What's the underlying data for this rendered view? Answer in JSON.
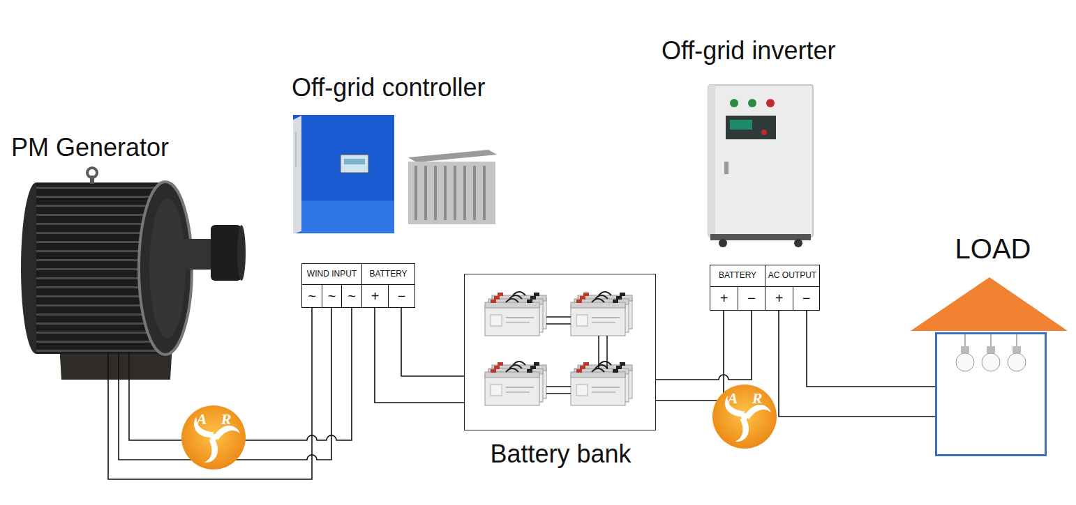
{
  "diagram": {
    "nodes": [
      {
        "text": [
          "PM Generator"
        ]
      },
      {
        "text": [
          "Off-grid controller"
        ]
      },
      {
        "text": [
          "WIND INPUT",
          "BATTERY",
          "~",
          "~",
          "~",
          "+",
          "−"
        ]
      },
      {
        "text": [
          "Battery bank"
        ]
      },
      {
        "text": [
          "Off-grid inverter"
        ]
      },
      {
        "text": [
          "BATTERY",
          "AC OUTPUT",
          "+",
          "−",
          "+",
          "−"
        ]
      },
      {
        "text": [
          "LOAD"
        ]
      }
    ],
    "edges": [
      {
        "from": 0,
        "to": 2,
        "arrow": "none"
      },
      {
        "from": 0,
        "to": 2,
        "arrow": "none"
      },
      {
        "from": 0,
        "to": 2,
        "arrow": "none"
      },
      {
        "from": 2,
        "to": 3,
        "arrow": "none"
      },
      {
        "from": 2,
        "to": 3,
        "arrow": "none"
      },
      {
        "from": 3,
        "to": 5,
        "arrow": "none"
      },
      {
        "from": 3,
        "to": 5,
        "arrow": "none"
      },
      {
        "from": 5,
        "to": 6,
        "arrow": "none"
      },
      {
        "from": 5,
        "to": 6,
        "arrow": "none"
      }
    ],
    "labels": [
      "A",
      "R",
      "A",
      "R"
    ]
  }
}
